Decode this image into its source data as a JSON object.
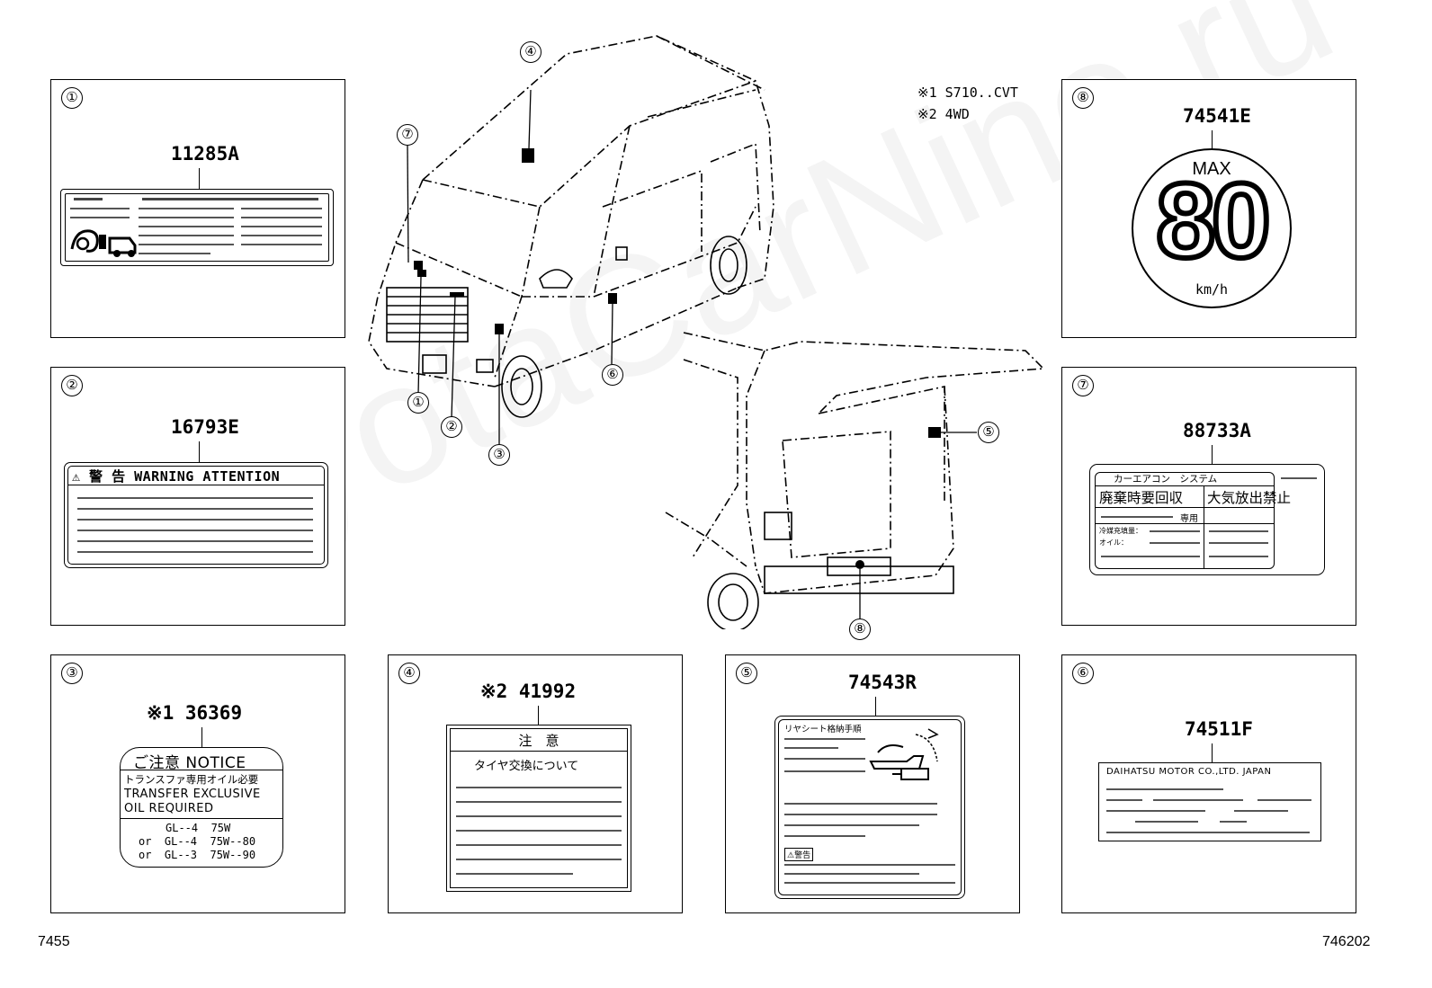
{
  "notes": {
    "line1": "※1 S710..CVT",
    "line2": "※2 4WD"
  },
  "footer": {
    "left": "7455",
    "right": "746202"
  },
  "watermark": "ToyotaCarNine.ru",
  "callouts": [
    "①",
    "②",
    "③",
    "④",
    "⑤",
    "⑥",
    "⑦",
    "⑧"
  ],
  "panels": {
    "p1": {
      "num": "①",
      "part": "11285A"
    },
    "p2": {
      "num": "②",
      "part": "16793E",
      "label_head": "⚠ 警 告 WARNING ATTENTION"
    },
    "p3": {
      "num": "③",
      "part": "※1 36369",
      "label_head": "ご注意 NOTICE",
      "lines": [
        "トランスファ専用オイル必要",
        "TRANSFER EXCLUSIVE",
        "OIL REQUIRED",
        "GL--4  75W",
        "or  GL--4  75W--80",
        "or  GL--3  75W--90"
      ]
    },
    "p4": {
      "num": "④",
      "part": "※2 41992",
      "label_head": "注　意",
      "sub": "タイヤ交換について"
    },
    "p5": {
      "num": "⑤",
      "part": "74543R",
      "label_head": "リヤシート格納手順",
      "warn": "⚠警告"
    },
    "p6": {
      "num": "⑥",
      "part": "74511F",
      "label_head": "DAIHATSU MOTOR CO.,LTD. JAPAN"
    },
    "p7": {
      "num": "⑦",
      "part": "88733A",
      "tab": "カーエアコン　システム",
      "cell1": "廃棄時要回収",
      "cell2": "大気放出禁止",
      "cell3": "専用",
      "cell4": "冷媒充填量：",
      "cell5": "オイル："
    },
    "p8": {
      "num": "⑧",
      "part": "74541E",
      "max": "MAX",
      "speed": "80",
      "unit": "km/h"
    }
  }
}
